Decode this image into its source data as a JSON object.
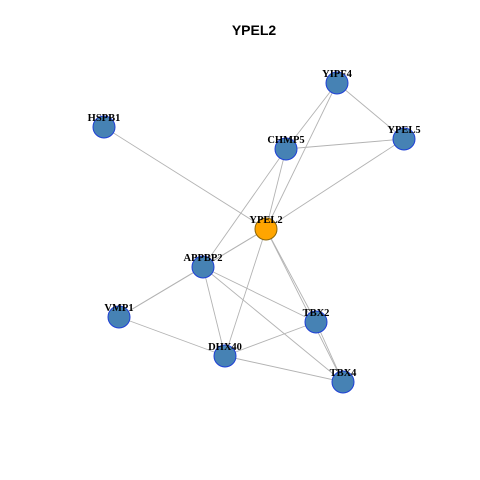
{
  "title": "YPEL2",
  "colors": {
    "center_node": "#FFA500",
    "center_border": "#8B6508",
    "node_fill": "#4682B4",
    "node_border": "#1E3FD6",
    "edge": "#B3B3B3"
  },
  "nodes": [
    {
      "id": "YIPF4",
      "label": "YIPF4",
      "center": false
    },
    {
      "id": "HSPB1",
      "label": "HSPB1",
      "center": false
    },
    {
      "id": "CHMP5",
      "label": "CHMP5",
      "center": false
    },
    {
      "id": "YPEL5",
      "label": "YPEL5",
      "center": false
    },
    {
      "id": "YPEL2",
      "label": "YPEL2",
      "center": true
    },
    {
      "id": "APPBP2",
      "label": "APPBP2",
      "center": false
    },
    {
      "id": "VMP1",
      "label": "VMP1",
      "center": false
    },
    {
      "id": "TBX2",
      "label": "TBX2",
      "center": false
    },
    {
      "id": "DHX40",
      "label": "DHX40",
      "center": false
    },
    {
      "id": "TBX4",
      "label": "TBX4",
      "center": false
    }
  ],
  "edges": [
    [
      "YIPF4",
      "CHMP5"
    ],
    [
      "YIPF4",
      "YPEL5"
    ],
    [
      "YIPF4",
      "YPEL2"
    ],
    [
      "CHMP5",
      "YPEL5"
    ],
    [
      "CHMP5",
      "YPEL2"
    ],
    [
      "CHMP5",
      "APPBP2"
    ],
    [
      "YPEL5",
      "YPEL2"
    ],
    [
      "HSPB1",
      "YPEL2"
    ],
    [
      "YPEL2",
      "APPBP2"
    ],
    [
      "YPEL2",
      "TBX2"
    ],
    [
      "YPEL2",
      "TBX4"
    ],
    [
      "YPEL2",
      "DHX40"
    ],
    [
      "YPEL2",
      "VMP1"
    ],
    [
      "APPBP2",
      "VMP1"
    ],
    [
      "APPBP2",
      "TBX2"
    ],
    [
      "APPBP2",
      "DHX40"
    ],
    [
      "APPBP2",
      "TBX4"
    ],
    [
      "VMP1",
      "DHX40"
    ],
    [
      "DHX40",
      "TBX2"
    ],
    [
      "DHX40",
      "TBX4"
    ],
    [
      "TBX2",
      "TBX4"
    ]
  ]
}
